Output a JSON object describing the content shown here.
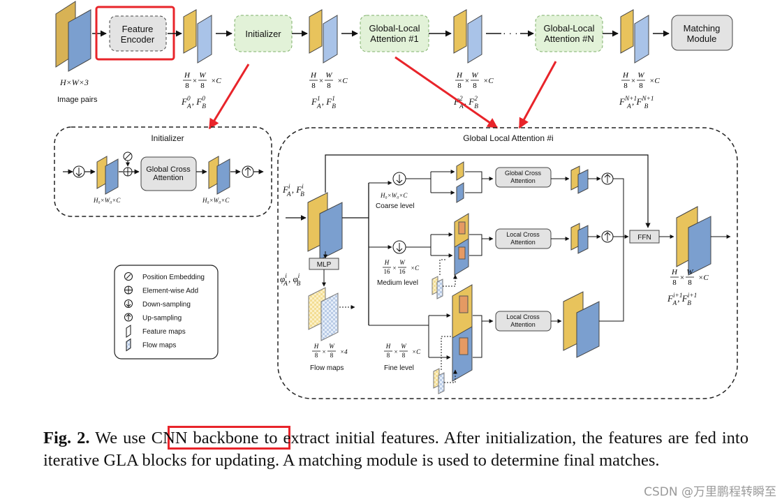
{
  "top_row": {
    "feature_encoder": "Feature\nEncoder",
    "initializer": "Initializer",
    "gla1": "Global-Local\nAttention #1",
    "glaN": "Global-Local\nAttention #N",
    "matching": "Matching\nModule",
    "input_dims": "H×W×3",
    "input_label": "Image pairs",
    "f0": "F_A^0, F_B^0",
    "f1": "F_A^1, F_B^1",
    "f2": "F_A^2, F_B^2",
    "fN": "F_A^{N+1}, F_B^{N+1}",
    "frac_h": "H",
    "frac_w": "W",
    "frac_den": "8",
    "dims_suffix": "×C"
  },
  "initializer_panel": {
    "title": "Initializer",
    "attention": "Global Cross\nAttention",
    "dims": "H₀×W₀×C"
  },
  "gla_panel": {
    "title": "Global Local Attention #i",
    "input": "F_A^i, F_B^i",
    "mlp": "MLP",
    "phi": "φ_A^i, φ_B^i",
    "coarse_dims": "H₀×W₀×C",
    "coarse": "Coarse level",
    "medium": "Medium level",
    "medium_den": "16",
    "fine": "Fine level",
    "flow_maps": "Flow maps",
    "flow_suffix": "×4",
    "global_cross": "Global Cross\nAttention",
    "local_cross_1": "Local Cross\nAttention",
    "local_cross_2": "Local Cross\nAttention",
    "ffn": "FFN",
    "output": "F_A^{i+1}, F_B^{i+1}"
  },
  "legend": [
    {
      "symbol": "position-embedding-icon",
      "label": "Position Embedding"
    },
    {
      "symbol": "element-wise-add-icon",
      "label": "Element-wise Add"
    },
    {
      "symbol": "down-sampling-icon",
      "label": "Down-sampling"
    },
    {
      "symbol": "up-sampling-icon",
      "label": "Up-sampling"
    },
    {
      "symbol": "feature-maps-icon",
      "label": "Feature maps"
    },
    {
      "symbol": "flow-maps-icon",
      "label": "Flow maps"
    }
  ],
  "caption": {
    "prefix": "Fig. 2.",
    "text_before": " We use ",
    "highlight": "CNN backbone",
    "text_after": " to extract initial features. After initialization, the features are fed into iterative GLA blocks for updating. A matching module is used to determine final matches."
  },
  "watermark": "CSDN @万里鹏程转瞬至",
  "colors": {
    "yellow": "#e8c35c",
    "blue": "#7b9fcf",
    "green_fill": "#e2f2d8",
    "green_stroke": "#7fb06a",
    "gray_fill": "#e3e3e3",
    "red": "#e8242a",
    "orange": "#e59a63"
  }
}
